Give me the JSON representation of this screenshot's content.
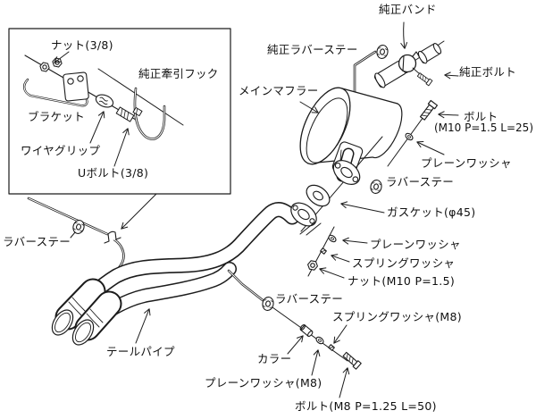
{
  "diagram_title": "exhaust-system-parts-diagram",
  "colors": {
    "line": "#1c1c1c",
    "background": "#ffffff",
    "text": "#101010"
  },
  "inset": {
    "labels": {
      "nut_38": "ナット(3/8)",
      "tow_hook": "純正牽引フック",
      "bracket": "ブラケット",
      "wire_grip": "ワイヤグリップ",
      "u_bolt": "Uボルト(3/8)"
    }
  },
  "labels": {
    "junsei_band": "純正バンド",
    "junsei_rubber_stay": "純正ラバーステー",
    "junsei_bolt": "純正ボルト",
    "main_muffler": "メインマフラー",
    "bolt_m10_name": "ボルト",
    "bolt_m10_spec": "(M10 P=1.5 L=25)",
    "plain_washer_top": "プレーンワッシャ",
    "rubber_stay_right": "ラバーステー",
    "gasket": "ガスケット(φ45)",
    "plain_washer_mid": "プレーンワッシャ",
    "spring_washer_mid": "スプリングワッシャ",
    "nut_m10": "ナット(M10 P=1.5)",
    "rubber_stay_left": "ラバーステー",
    "rubber_stay_lower": "ラバーステー",
    "spring_washer_m8": "スプリングワッシャ(M8)",
    "collar": "カラー",
    "tail_pipe": "テールパイプ",
    "plain_washer_m8": "プレーンワッシャ(M8)",
    "bolt_m8": "ボルト(M8 P=1.25 L=50)"
  }
}
